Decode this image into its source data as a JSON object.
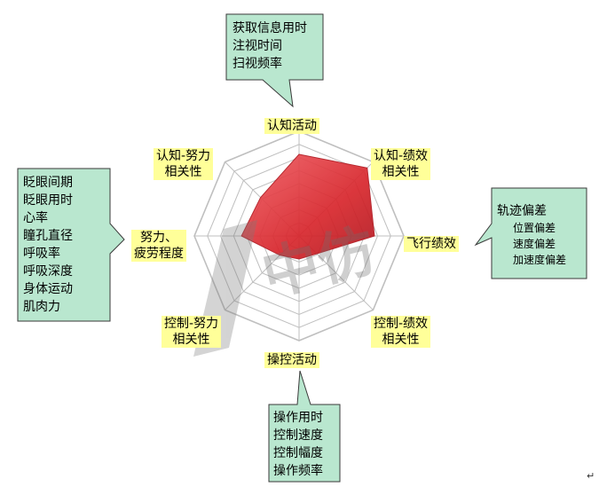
{
  "axes": [
    {
      "id": "cognitive-activity",
      "lines": [
        "认知活动"
      ]
    },
    {
      "id": "cognitive-performance",
      "lines": [
        "认知-绩效",
        "相关性"
      ]
    },
    {
      "id": "flight-performance",
      "lines": [
        "飞行绩效"
      ]
    },
    {
      "id": "control-performance",
      "lines": [
        "控制-绩效",
        "相关性"
      ]
    },
    {
      "id": "control-activity",
      "lines": [
        "操控活动"
      ]
    },
    {
      "id": "control-effort",
      "lines": [
        "控制-努力",
        "相关性"
      ]
    },
    {
      "id": "effort-fatigue",
      "lines": [
        "努力、",
        "疲劳程度"
      ]
    },
    {
      "id": "cognitive-effort",
      "lines": [
        "认知-努力",
        "相关性"
      ]
    }
  ],
  "radar_values": [
    0.78,
    0.92,
    0.72,
    0.24,
    0.22,
    0.26,
    0.55,
    0.52
  ],
  "callouts": {
    "top": [
      "获取信息用时",
      "注视时间",
      "扫视频率"
    ],
    "left": [
      "眨眼间期",
      "眨眼用时",
      "心率",
      "瞳孔直径",
      "呼吸率",
      "呼吸深度",
      "身体运动",
      "肌肉力"
    ],
    "right_title": "轨迹偏差",
    "right_items": [
      "位置偏差",
      "速度偏差",
      "加速度偏差"
    ],
    "bottom": [
      "操作用时",
      "控制速度",
      "控制幅度",
      "操作频率"
    ]
  },
  "watermark": "中仿",
  "colors": {
    "callout_fill": "#b9e7cf",
    "label_fill": "#ffff99",
    "radar_fill": "#d8262c",
    "grid": "#bfbfbf"
  }
}
